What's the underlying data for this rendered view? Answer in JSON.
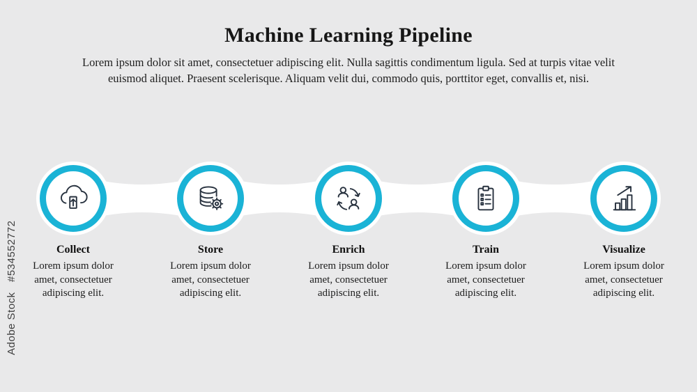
{
  "watermark": {
    "brand": "Adobe Stock",
    "id": "#534552772"
  },
  "header": {
    "title": "Machine Learning Pipeline",
    "subtitle": "Lorem ipsum dolor sit amet, consectetuer adipiscing elit. Nulla sagittis condimentum ligula. Sed at turpis vitae velit euismod aliquet. Praesent scelerisque. Aliquam velit dui, commodo quis, porttitor eget, convallis et, nisi."
  },
  "steps": [
    {
      "title": "Collect",
      "description": "Lorem ipsum dolor amet, consectetuer adipiscing elit.",
      "icon": "cloud-upload-icon"
    },
    {
      "title": "Store",
      "description": "Lorem ipsum dolor amet, consectetuer adipiscing elit.",
      "icon": "database-gear-icon"
    },
    {
      "title": "Enrich",
      "description": "Lorem ipsum dolor amet, consectetuer adipiscing elit.",
      "icon": "people-sync-icon"
    },
    {
      "title": "Train",
      "description": "Lorem ipsum dolor amet, consectetuer adipiscing elit.",
      "icon": "checklist-clipboard-icon"
    },
    {
      "title": "Visualize",
      "description": "Lorem ipsum dolor amet, consectetuer adipiscing elit.",
      "icon": "bar-chart-growth-icon"
    }
  ],
  "colors": {
    "accent": "#1ab3d6",
    "background": "#e9e9ea",
    "icon_stroke": "#28323f",
    "text": "#161616"
  }
}
